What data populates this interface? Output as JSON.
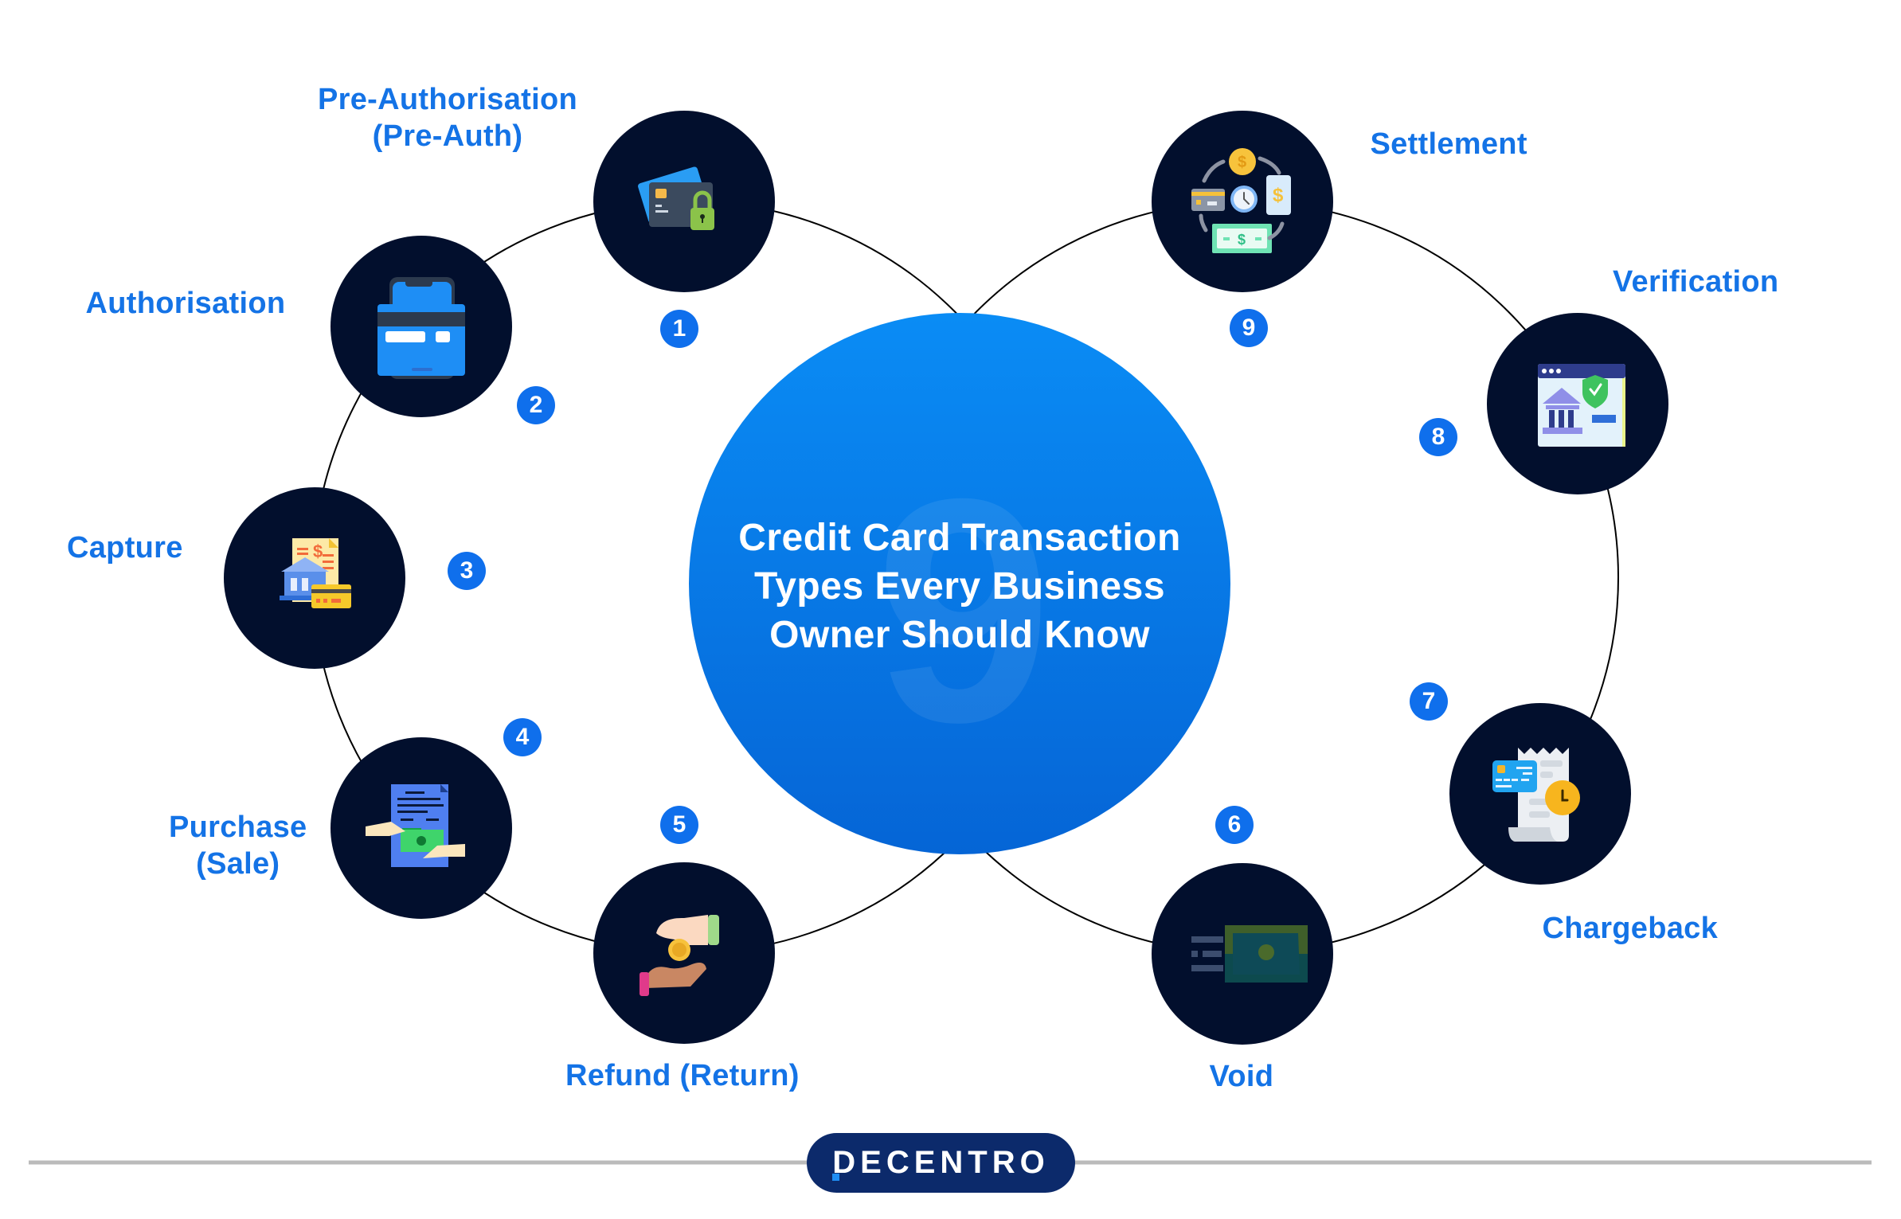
{
  "title": {
    "lines": [
      "Credit Card Transaction",
      "Types Every Business",
      "Owner Should Know"
    ],
    "watermark_number": "9"
  },
  "steps": [
    {
      "number": "1",
      "label_lines": [
        "Pre-Authorisation",
        "(Pre-Auth)"
      ],
      "icon": "card-lock-icon"
    },
    {
      "number": "2",
      "label_lines": [
        "Authorisation"
      ],
      "icon": "phone-card-icon"
    },
    {
      "number": "3",
      "label_lines": [
        "Capture"
      ],
      "icon": "bank-invoice-card-icon"
    },
    {
      "number": "4",
      "label_lines": [
        "Purchase",
        "(Sale)"
      ],
      "icon": "document-cash-handover-icon"
    },
    {
      "number": "5",
      "label_lines": [
        "Refund (Return)"
      ],
      "icon": "coin-hand-icon"
    },
    {
      "number": "6",
      "label_lines": [
        "Void"
      ],
      "icon": "faded-banknote-icon"
    },
    {
      "number": "7",
      "label_lines": [
        "Chargeback"
      ],
      "icon": "receipt-card-clock-icon"
    },
    {
      "number": "8",
      "label_lines": [
        "Verification"
      ],
      "icon": "bank-browser-shield-icon"
    },
    {
      "number": "9",
      "label_lines": [
        "Settlement"
      ],
      "icon": "money-cycle-icon"
    }
  ],
  "brand": {
    "name": "DECENTRO"
  },
  "colors": {
    "label": "#1473e6",
    "badge": "#0f6fec",
    "node": "#020f2d",
    "center_top": "#0a8cf5",
    "center_bottom": "#0565d6",
    "brand_pill": "#0c2a6b",
    "divider": "#bbbbbb"
  }
}
